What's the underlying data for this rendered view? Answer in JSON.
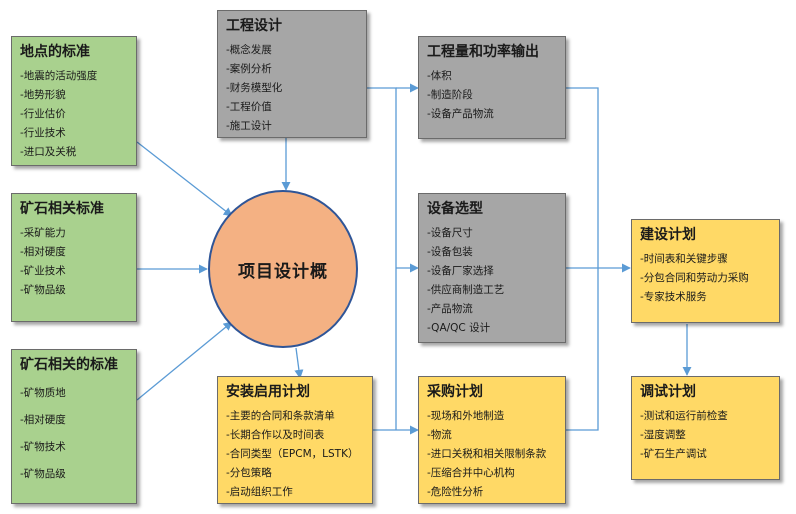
{
  "center": {
    "title": "项目设计概"
  },
  "boxes": {
    "location": {
      "title": "地点的标准",
      "items": [
        "-地震的活动强度",
        "-地势形貌",
        "-行业估价",
        "-行业技术",
        "-进口及关税"
      ]
    },
    "ore1": {
      "title": "矿石相关标准",
      "items": [
        "-采矿能力",
        "-相对硬度",
        "-矿业技术",
        "-矿物品级"
      ]
    },
    "ore2": {
      "title": "矿石相关的标准",
      "items": [
        "-矿物质地",
        "-相对硬度",
        "-矿物技术",
        "-矿物品级"
      ]
    },
    "engineering": {
      "title": "工程设计",
      "items": [
        "-概念发展",
        "-案例分析",
        "-财务模型化",
        "-工程价值",
        "-施工设计"
      ]
    },
    "output": {
      "title": "工程量和功率输出",
      "items": [
        "-体积",
        "-制造阶段",
        "-设备产品物流"
      ]
    },
    "equipment": {
      "title": "设备选型",
      "items": [
        "-设备尺寸",
        "-设备包装",
        "-设备厂家选择",
        "-供应商制造工艺",
        "-产品物流",
        "-QA/QC 设计"
      ]
    },
    "install": {
      "title": "安装启用计划",
      "items": [
        "-主要的合同和条款清单",
        "-长期合作以及时间表",
        "-合同类型（EPCM，LSTK）",
        "-分包策略",
        "-启动组织工作"
      ]
    },
    "procure": {
      "title": "采购计划",
      "items": [
        "-现场和外地制造",
        "-物流",
        "-进口关税和相关限制条款",
        "-压缩合并中心机构",
        "-危险性分析"
      ]
    },
    "build": {
      "title": "建设计划",
      "items": [
        "-时间表和关键步骤",
        "-分包合同和劳动力采购",
        "-专家技术服务"
      ]
    },
    "debug": {
      "title": "调试计划",
      "items": [
        "-测试和运行前检查",
        "-湿度调整",
        "-矿石生产调试"
      ]
    }
  },
  "colors": {
    "green": "#a9d18e",
    "gray": "#a6a6a6",
    "yellow": "#ffd966",
    "circle": "#f4b183",
    "arrow": "#5b9bd5"
  }
}
